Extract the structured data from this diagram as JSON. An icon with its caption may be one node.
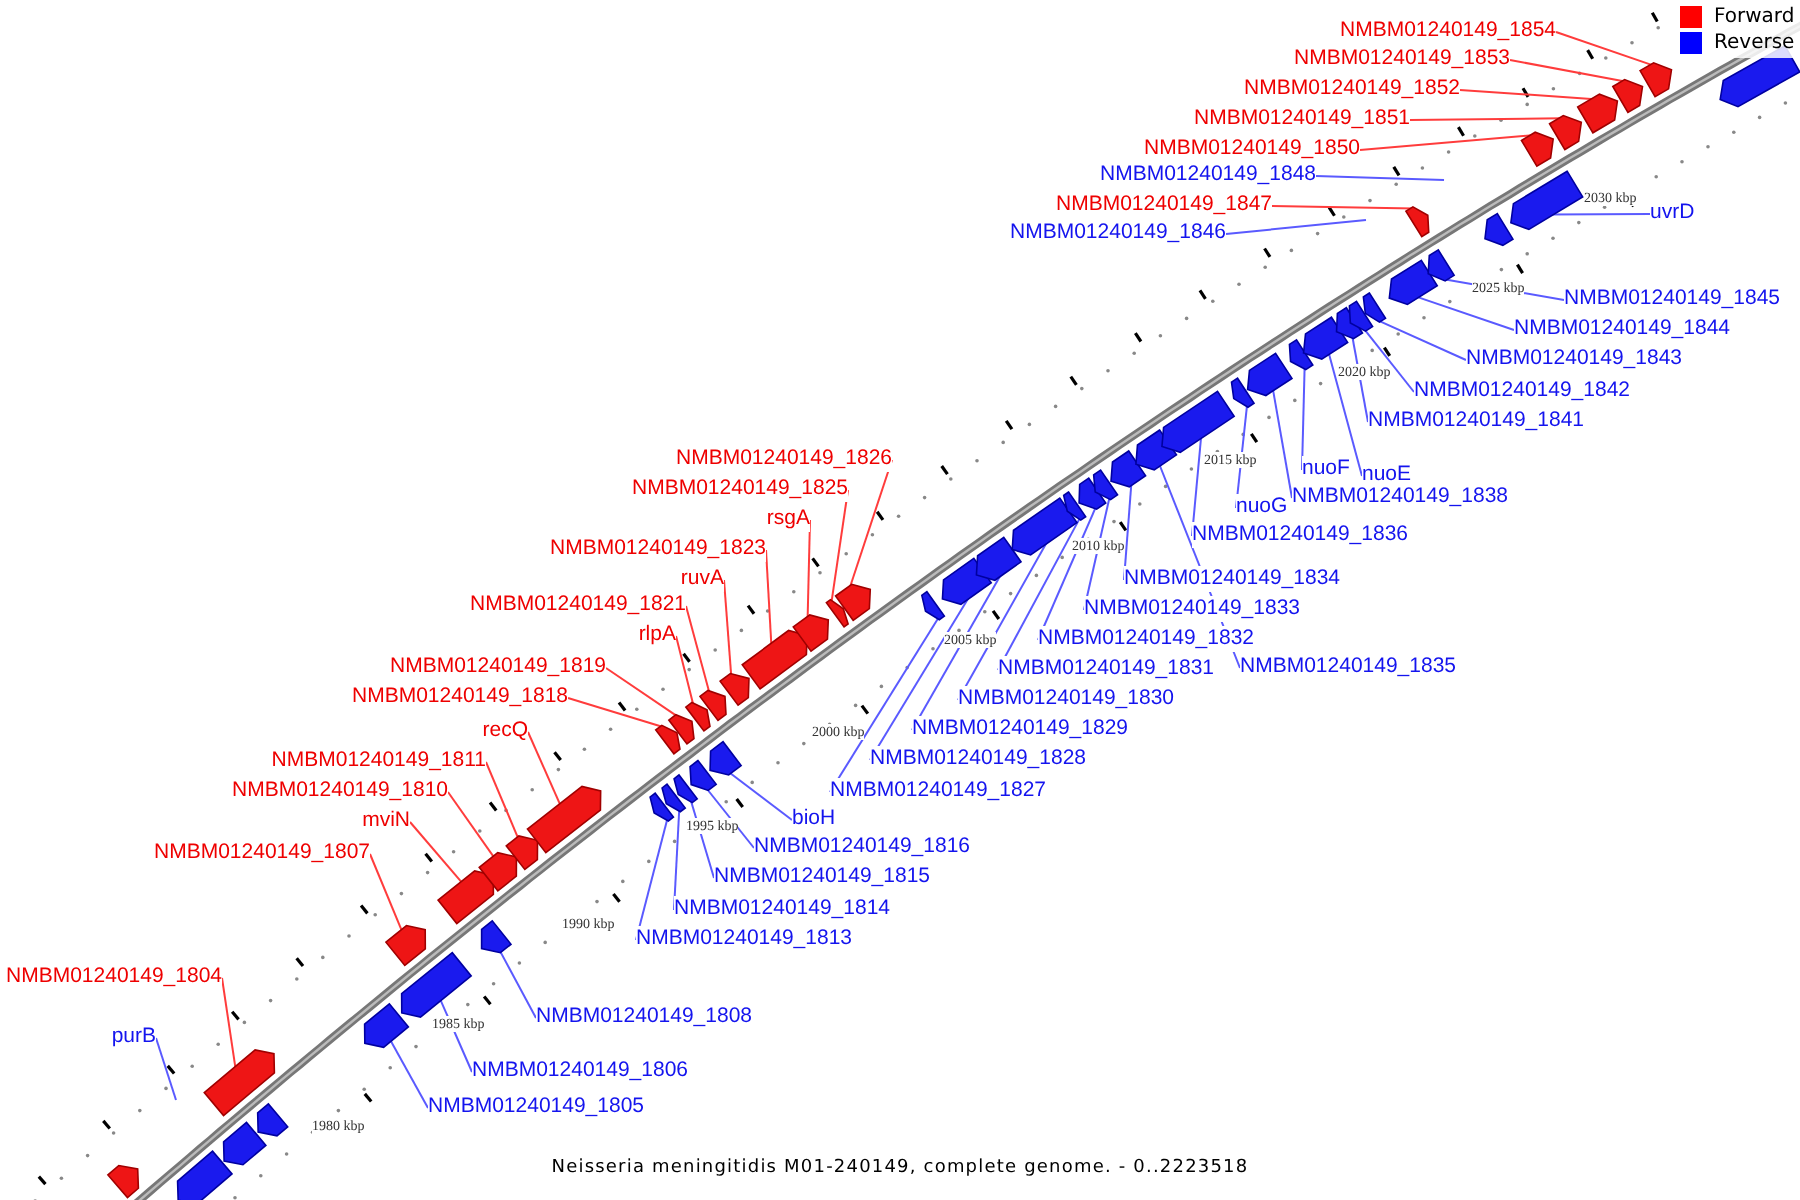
{
  "diagram": {
    "caption": "Neisseria meningitidis M01-240149, complete genome. - 0..2223518",
    "nodes": [
      {
        "text": [
          "NMBM01240149_1854"
        ]
      },
      {
        "text": [
          "NMBM01240149_1853"
        ]
      },
      {
        "text": [
          "NMBM01240149_1852"
        ]
      },
      {
        "text": [
          "NMBM01240149_1851"
        ]
      },
      {
        "text": [
          "NMBM01240149_1850"
        ]
      },
      {
        "text": [
          "NMBM01240149_1848"
        ]
      },
      {
        "text": [
          "NMBM01240149_1847"
        ]
      },
      {
        "text": [
          "uvrD"
        ]
      },
      {
        "text": [
          "NMBM01240149_1846"
        ]
      },
      {
        "text": [
          "NMBM01240149_1845"
        ]
      },
      {
        "text": [
          "NMBM01240149_1844"
        ]
      },
      {
        "text": [
          "NMBM01240149_1843"
        ]
      },
      {
        "text": [
          "NMBM01240149_1842"
        ]
      },
      {
        "text": [
          "NMBM01240149_1841"
        ]
      },
      {
        "text": [
          "NMBM01240149_1826"
        ]
      },
      {
        "text": [
          "nuoF"
        ]
      },
      {
        "text": [
          "nuoE"
        ]
      },
      {
        "text": [
          "NMBM01240149_1825"
        ]
      },
      {
        "text": [
          "NMBM01240149_1838"
        ]
      },
      {
        "text": [
          "nuoG"
        ]
      },
      {
        "text": [
          "rsgA"
        ]
      },
      {
        "text": [
          "NMBM01240149_1836"
        ]
      },
      {
        "text": [
          "NMBM01240149_1823"
        ]
      },
      {
        "text": [
          "ruvA"
        ]
      },
      {
        "text": [
          "NMBM01240149_1834"
        ]
      },
      {
        "text": [
          "NMBM01240149_1821"
        ]
      },
      {
        "text": [
          "NMBM01240149_1833"
        ]
      },
      {
        "text": [
          "rlpA"
        ]
      },
      {
        "text": [
          "NMBM01240149_1832"
        ]
      },
      {
        "text": [
          "NMBM01240149_1819"
        ]
      },
      {
        "text": [
          "NMBM01240149_1835"
        ]
      },
      {
        "text": [
          "NMBM01240149_1831"
        ]
      },
      {
        "text": [
          "NMBM01240149_1818"
        ]
      },
      {
        "text": [
          "NMBM01240149_1830"
        ]
      },
      {
        "text": [
          "NMBM01240149_1829"
        ]
      },
      {
        "text": [
          "recQ"
        ]
      },
      {
        "text": [
          "NMBM01240149_1828"
        ]
      },
      {
        "text": [
          "NMBM01240149_1811"
        ]
      },
      {
        "text": [
          "NMBM01240149_1827"
        ]
      },
      {
        "text": [
          "NMBM01240149_1810"
        ]
      },
      {
        "text": [
          "bioH"
        ]
      },
      {
        "text": [
          "mviN"
        ]
      },
      {
        "text": [
          "NMBM01240149_1816"
        ]
      },
      {
        "text": [
          "NMBM01240149_1807"
        ]
      },
      {
        "text": [
          "NMBM01240149_1815"
        ]
      },
      {
        "text": [
          "NMBM01240149_1814"
        ]
      },
      {
        "text": [
          "NMBM01240149_1813"
        ]
      },
      {
        "text": [
          "NMBM01240149_1804"
        ]
      },
      {
        "text": [
          "NMBM01240149_1808"
        ]
      },
      {
        "text": [
          "purB"
        ]
      },
      {
        "text": [
          "NMBM01240149_1806"
        ]
      },
      {
        "text": [
          "NMBM01240149_1805"
        ]
      },
      {
        "text": [],
        "shape": "arrow"
      },
      {
        "text": [],
        "shape": "arrow"
      },
      {
        "text": [],
        "shape": "arrow"
      },
      {
        "text": [],
        "shape": "arrow"
      },
      {
        "text": [],
        "shape": "arrow"
      },
      {
        "text": [],
        "shape": "arrow"
      },
      {
        "text": [],
        "shape": "arrow"
      },
      {
        "text": [],
        "shape": "arrow"
      },
      {
        "text": [],
        "shape": "arrow"
      },
      {
        "text": [],
        "shape": "arrow"
      },
      {
        "text": [],
        "shape": "arrow"
      },
      {
        "text": [],
        "shape": "arrow"
      },
      {
        "text": [],
        "shape": "arrow"
      },
      {
        "text": [],
        "shape": "arrow"
      },
      {
        "text": [],
        "shape": "arrow"
      },
      {
        "text": [],
        "shape": "arrow"
      },
      {
        "text": [],
        "shape": "arrow"
      },
      {
        "text": [],
        "shape": "arrow"
      },
      {
        "text": [],
        "shape": "arrow"
      },
      {
        "text": [],
        "shape": "arrow"
      },
      {
        "text": [],
        "shape": "arrow"
      },
      {
        "text": [],
        "shape": "arrow"
      },
      {
        "text": [],
        "shape": "arrow"
      },
      {
        "text": [],
        "shape": "arrow"
      },
      {
        "text": [],
        "shape": "arrow"
      },
      {
        "text": [],
        "shape": "arrow"
      },
      {
        "text": [],
        "shape": "arrow"
      },
      {
        "text": [],
        "shape": "arrow"
      },
      {
        "text": [],
        "shape": "arrow"
      },
      {
        "text": [],
        "shape": "arrow"
      },
      {
        "text": [],
        "shape": "arrow"
      },
      {
        "text": [],
        "shape": "arrow"
      },
      {
        "text": [],
        "shape": "arrow"
      },
      {
        "text": [],
        "shape": "arrow"
      },
      {
        "text": [],
        "shape": "arrow"
      },
      {
        "text": [],
        "shape": "arrow"
      },
      {
        "text": [],
        "shape": "arrow"
      },
      {
        "text": [],
        "shape": "arrow"
      },
      {
        "text": [],
        "shape": "arrow"
      },
      {
        "text": [],
        "shape": "arrow"
      },
      {
        "text": [],
        "shape": "arrow"
      },
      {
        "text": [],
        "shape": "arrow"
      },
      {
        "text": [],
        "shape": "arrow"
      },
      {
        "text": [],
        "shape": "arrow"
      },
      {
        "text": [],
        "shape": "arrow"
      },
      {
        "text": [],
        "shape": "arrow"
      },
      {
        "text": [],
        "shape": "arrow"
      },
      {
        "text": [],
        "shape": "arrow"
      },
      {
        "text": [],
        "shape": "arrow"
      },
      {
        "text": [],
        "shape": "arrow"
      },
      {
        "text": [],
        "shape": "arrow"
      },
      {
        "text": [],
        "shape": "arrow"
      },
      {
        "text": [],
        "shape": "arrow"
      },
      {
        "text": [],
        "shape": "arrow"
      },
      {
        "text": [],
        "shape": "arrow"
      }
    ],
    "edges": [
      {
        "from": 0,
        "to": 105,
        "arrow": "none",
        "color": "#ff3c3c"
      },
      {
        "from": 1,
        "to": 104,
        "arrow": "none",
        "color": "#ff3c3c"
      },
      {
        "from": 2,
        "to": 103,
        "arrow": "none",
        "color": "#ff3c3c"
      },
      {
        "from": 3,
        "to": 102,
        "arrow": "none",
        "color": "#ff3c3c"
      },
      {
        "from": 4,
        "to": 101,
        "arrow": "none",
        "color": "#ff3c3c"
      },
      {
        "from": 5,
        "to": null,
        "arrow": "none"
      },
      {
        "from": 6,
        "to": 98,
        "arrow": "none",
        "color": "#ff3c3c"
      },
      {
        "from": 7,
        "to": 100,
        "arrow": "none"
      },
      {
        "from": 8,
        "to": null,
        "arrow": "none"
      },
      {
        "from": 9,
        "to": 97,
        "arrow": "none"
      },
      {
        "from": 10,
        "to": 96,
        "arrow": "none"
      },
      {
        "from": 11,
        "to": 95,
        "arrow": "none"
      },
      {
        "from": 12,
        "to": 94,
        "arrow": "none"
      },
      {
        "from": 13,
        "to": 93,
        "arrow": "none"
      },
      {
        "from": 14,
        "to": 78,
        "arrow": "none",
        "color": "#ff3c3c"
      },
      {
        "from": 15,
        "to": 91,
        "arrow": "none"
      },
      {
        "from": 16,
        "to": 92,
        "arrow": "none"
      },
      {
        "from": 17,
        "to": 77,
        "arrow": "none",
        "color": "#ff3c3c"
      },
      {
        "from": 18,
        "to": 90,
        "arrow": "none"
      },
      {
        "from": 19,
        "to": 89,
        "arrow": "none"
      },
      {
        "from": 20,
        "to": 76,
        "arrow": "none",
        "color": "#ff3c3c"
      },
      {
        "from": 21,
        "to": 88,
        "arrow": "none"
      },
      {
        "from": 22,
        "to": 75,
        "arrow": "none",
        "color": "#ff3c3c"
      },
      {
        "from": 23,
        "to": 74,
        "arrow": "none",
        "color": "#ff3c3c"
      },
      {
        "from": 24,
        "to": 86,
        "arrow": "none"
      },
      {
        "from": 25,
        "to": 73,
        "arrow": "none",
        "color": "#ff3c3c"
      },
      {
        "from": 26,
        "to": 85,
        "arrow": "none"
      },
      {
        "from": 27,
        "to": 72,
        "arrow": "none",
        "color": "#ff3c3c"
      },
      {
        "from": 28,
        "to": 84,
        "arrow": "none"
      },
      {
        "from": 29,
        "to": 70,
        "arrow": "none",
        "color": "#ff3c3c"
      },
      {
        "from": 30,
        "to": 87,
        "arrow": "none"
      },
      {
        "from": 31,
        "to": 83,
        "arrow": "none"
      },
      {
        "from": 32,
        "to": 69,
        "arrow": "none",
        "color": "#ff3c3c"
      },
      {
        "from": 33,
        "to": 82,
        "arrow": "none"
      },
      {
        "from": 34,
        "to": 81,
        "arrow": "none"
      },
      {
        "from": 35,
        "to": 64,
        "arrow": "none",
        "color": "#ff3c3c"
      },
      {
        "from": 36,
        "to": 80,
        "arrow": "none"
      },
      {
        "from": 37,
        "to": 63,
        "arrow": "none",
        "color": "#ff3c3c"
      },
      {
        "from": 38,
        "to": 79,
        "arrow": "none"
      },
      {
        "from": 39,
        "to": 62,
        "arrow": "none",
        "color": "#ff3c3c"
      },
      {
        "from": 40,
        "to": 71,
        "arrow": "none"
      },
      {
        "from": 41,
        "to": 61,
        "arrow": "none",
        "color": "#ff3c3c"
      },
      {
        "from": 42,
        "to": 68,
        "arrow": "none"
      },
      {
        "from": 43,
        "to": 59,
        "arrow": "none",
        "color": "#ff3c3c"
      },
      {
        "from": 44,
        "to": 67,
        "arrow": "none"
      },
      {
        "from": 45,
        "to": 66,
        "arrow": "none"
      },
      {
        "from": 46,
        "to": 65,
        "arrow": "none"
      },
      {
        "from": 47,
        "to": 56,
        "arrow": "none",
        "color": "#ff3c3c"
      },
      {
        "from": 48,
        "to": 60,
        "arrow": "none"
      },
      {
        "from": 49,
        "to": null,
        "arrow": "none"
      },
      {
        "from": 50,
        "to": 58,
        "arrow": "none"
      },
      {
        "from": 51,
        "to": 57,
        "arrow": "none"
      }
    ],
    "labels": [
      "2030 kbp",
      "2025 kbp",
      "2020 kbp",
      "2015 kbp",
      "2010 kbp",
      "2005 kbp",
      "2000 kbp",
      "1995 kbp",
      "1990 kbp",
      "1985 kbp",
      "1980 kbp"
    ],
    "legend": [
      {
        "text": "Forward",
        "color": "#ff0000"
      },
      {
        "text": "Reverse",
        "color": "#0000ff"
      }
    ]
  }
}
